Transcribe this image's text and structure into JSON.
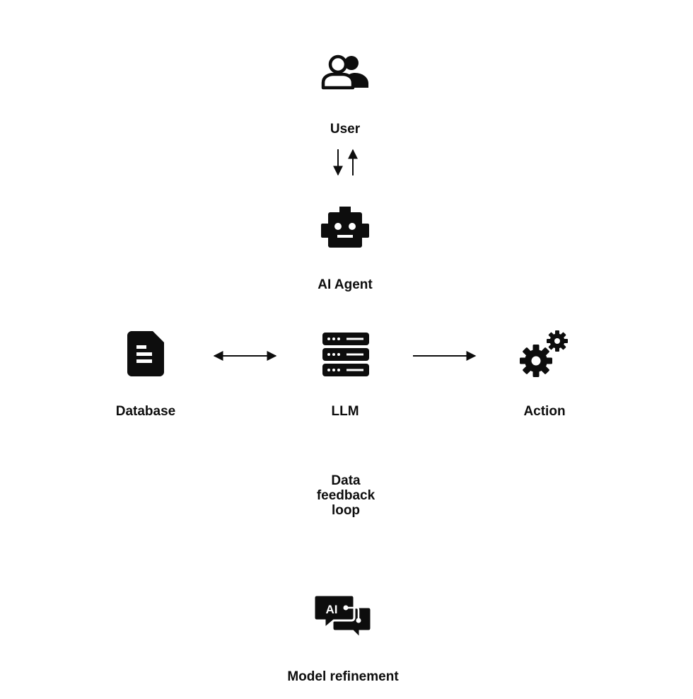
{
  "nodes": {
    "user": {
      "label": "User",
      "icon": "users-icon"
    },
    "agent": {
      "label": "AI Agent",
      "icon": "robot-icon"
    },
    "database": {
      "label": "Database",
      "icon": "document-icon"
    },
    "llm": {
      "label": "LLM",
      "icon": "server-stack-icon"
    },
    "action": {
      "label": "Action",
      "icon": "gears-icon"
    },
    "feedback": {
      "label": "Data feedback loop"
    },
    "refinement": {
      "label": "Model refinement",
      "icon": "ai-chat-icon"
    }
  },
  "colors": {
    "ink": "#0d0d0d",
    "background": "#ffffff"
  }
}
